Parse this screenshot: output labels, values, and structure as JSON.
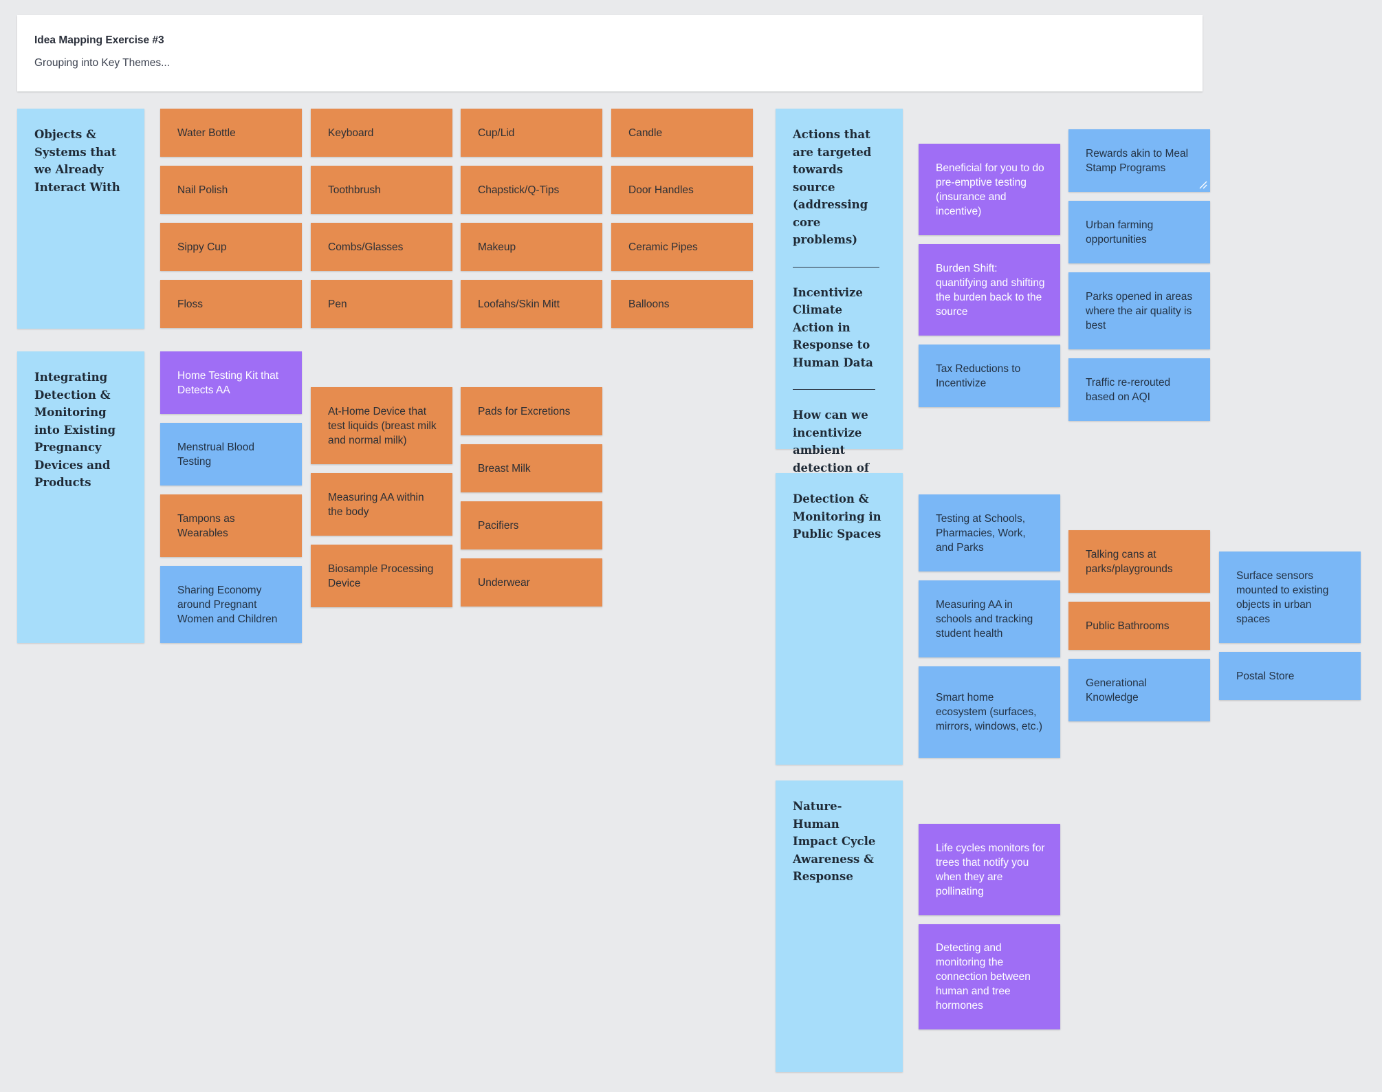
{
  "header": {
    "title": "Idea Mapping Exercise #3",
    "subtitle": "Grouping into Key Themes..."
  },
  "themes": {
    "objects": "Objects & Systems that we Already Interact With",
    "pregnancy": "Integrating Detection & Monitoring into Existing Pregnancy Devices and Products",
    "actions_1": "Actions that are targeted towards source (addressing core problems)",
    "actions_2": "Incentivize Climate Action in Response to Human Data",
    "actions_3": "How can we incentivize ambient detection of AA in everyday life?",
    "public": "Detection & Monitoring in Public Spaces",
    "nature": "Nature-Human Impact Cycle Awareness & Response"
  },
  "notes": {
    "objects": [
      "Water Bottle",
      "Keyboard",
      "Cup/Lid",
      "Candle",
      "Nail Polish",
      "Toothbrush",
      "Chapstick/Q-Tips",
      "Door Handles",
      "Sippy Cup",
      "Combs/Glasses",
      "Makeup",
      "Ceramic Pipes",
      "Floss",
      "Pen",
      "Loofahs/Skin Mitt",
      "Balloons"
    ],
    "pregnancy": [
      "Home Testing Kit that Detects AA",
      "Menstrual Blood Testing",
      "Tampons as Wearables",
      "Sharing Economy around Pregnant Women and Children",
      "At-Home Device that test liquids (breast milk and normal milk)",
      "Measuring AA within the body",
      "Biosample Processing Device",
      "Pads for Excretions",
      "Breast Milk",
      "Pacifiers",
      "Underwear"
    ],
    "actions": [
      "Beneficial for you to do pre-emptive testing (insurance and incentive)",
      "Burden Shift: quantifying and shifting the burden back to the source",
      "Tax Reductions to Incentivize",
      "Rewards akin to Meal Stamp Programs",
      "Urban farming opportunities",
      "Parks opened in areas where the air quality is best",
      "Traffic re-rerouted based on AQI"
    ],
    "public": [
      "Testing at Schools, Pharmacies, Work, and Parks",
      "Measuring AA in schools and tracking student health",
      "Smart home ecosystem (surfaces, mirrors, windows, etc.)",
      "Talking cans at parks/playgrounds",
      "Public Bathrooms",
      "Generational Knowledge",
      "Surface sensors mounted to existing objects in urban spaces",
      "Postal Store"
    ],
    "nature": [
      "Life cycles monitors for trees that notify you when they are pollinating",
      "Detecting and monitoring the connection between human and tree hormones"
    ]
  },
  "colors": {
    "background": "#e9eaec",
    "theme": "#a7ddfa",
    "orange": "#e68c4f",
    "blue": "#7ab7f6",
    "purple": "#9f6ef5"
  },
  "icons": {
    "resize": "resize-handle-icon"
  }
}
